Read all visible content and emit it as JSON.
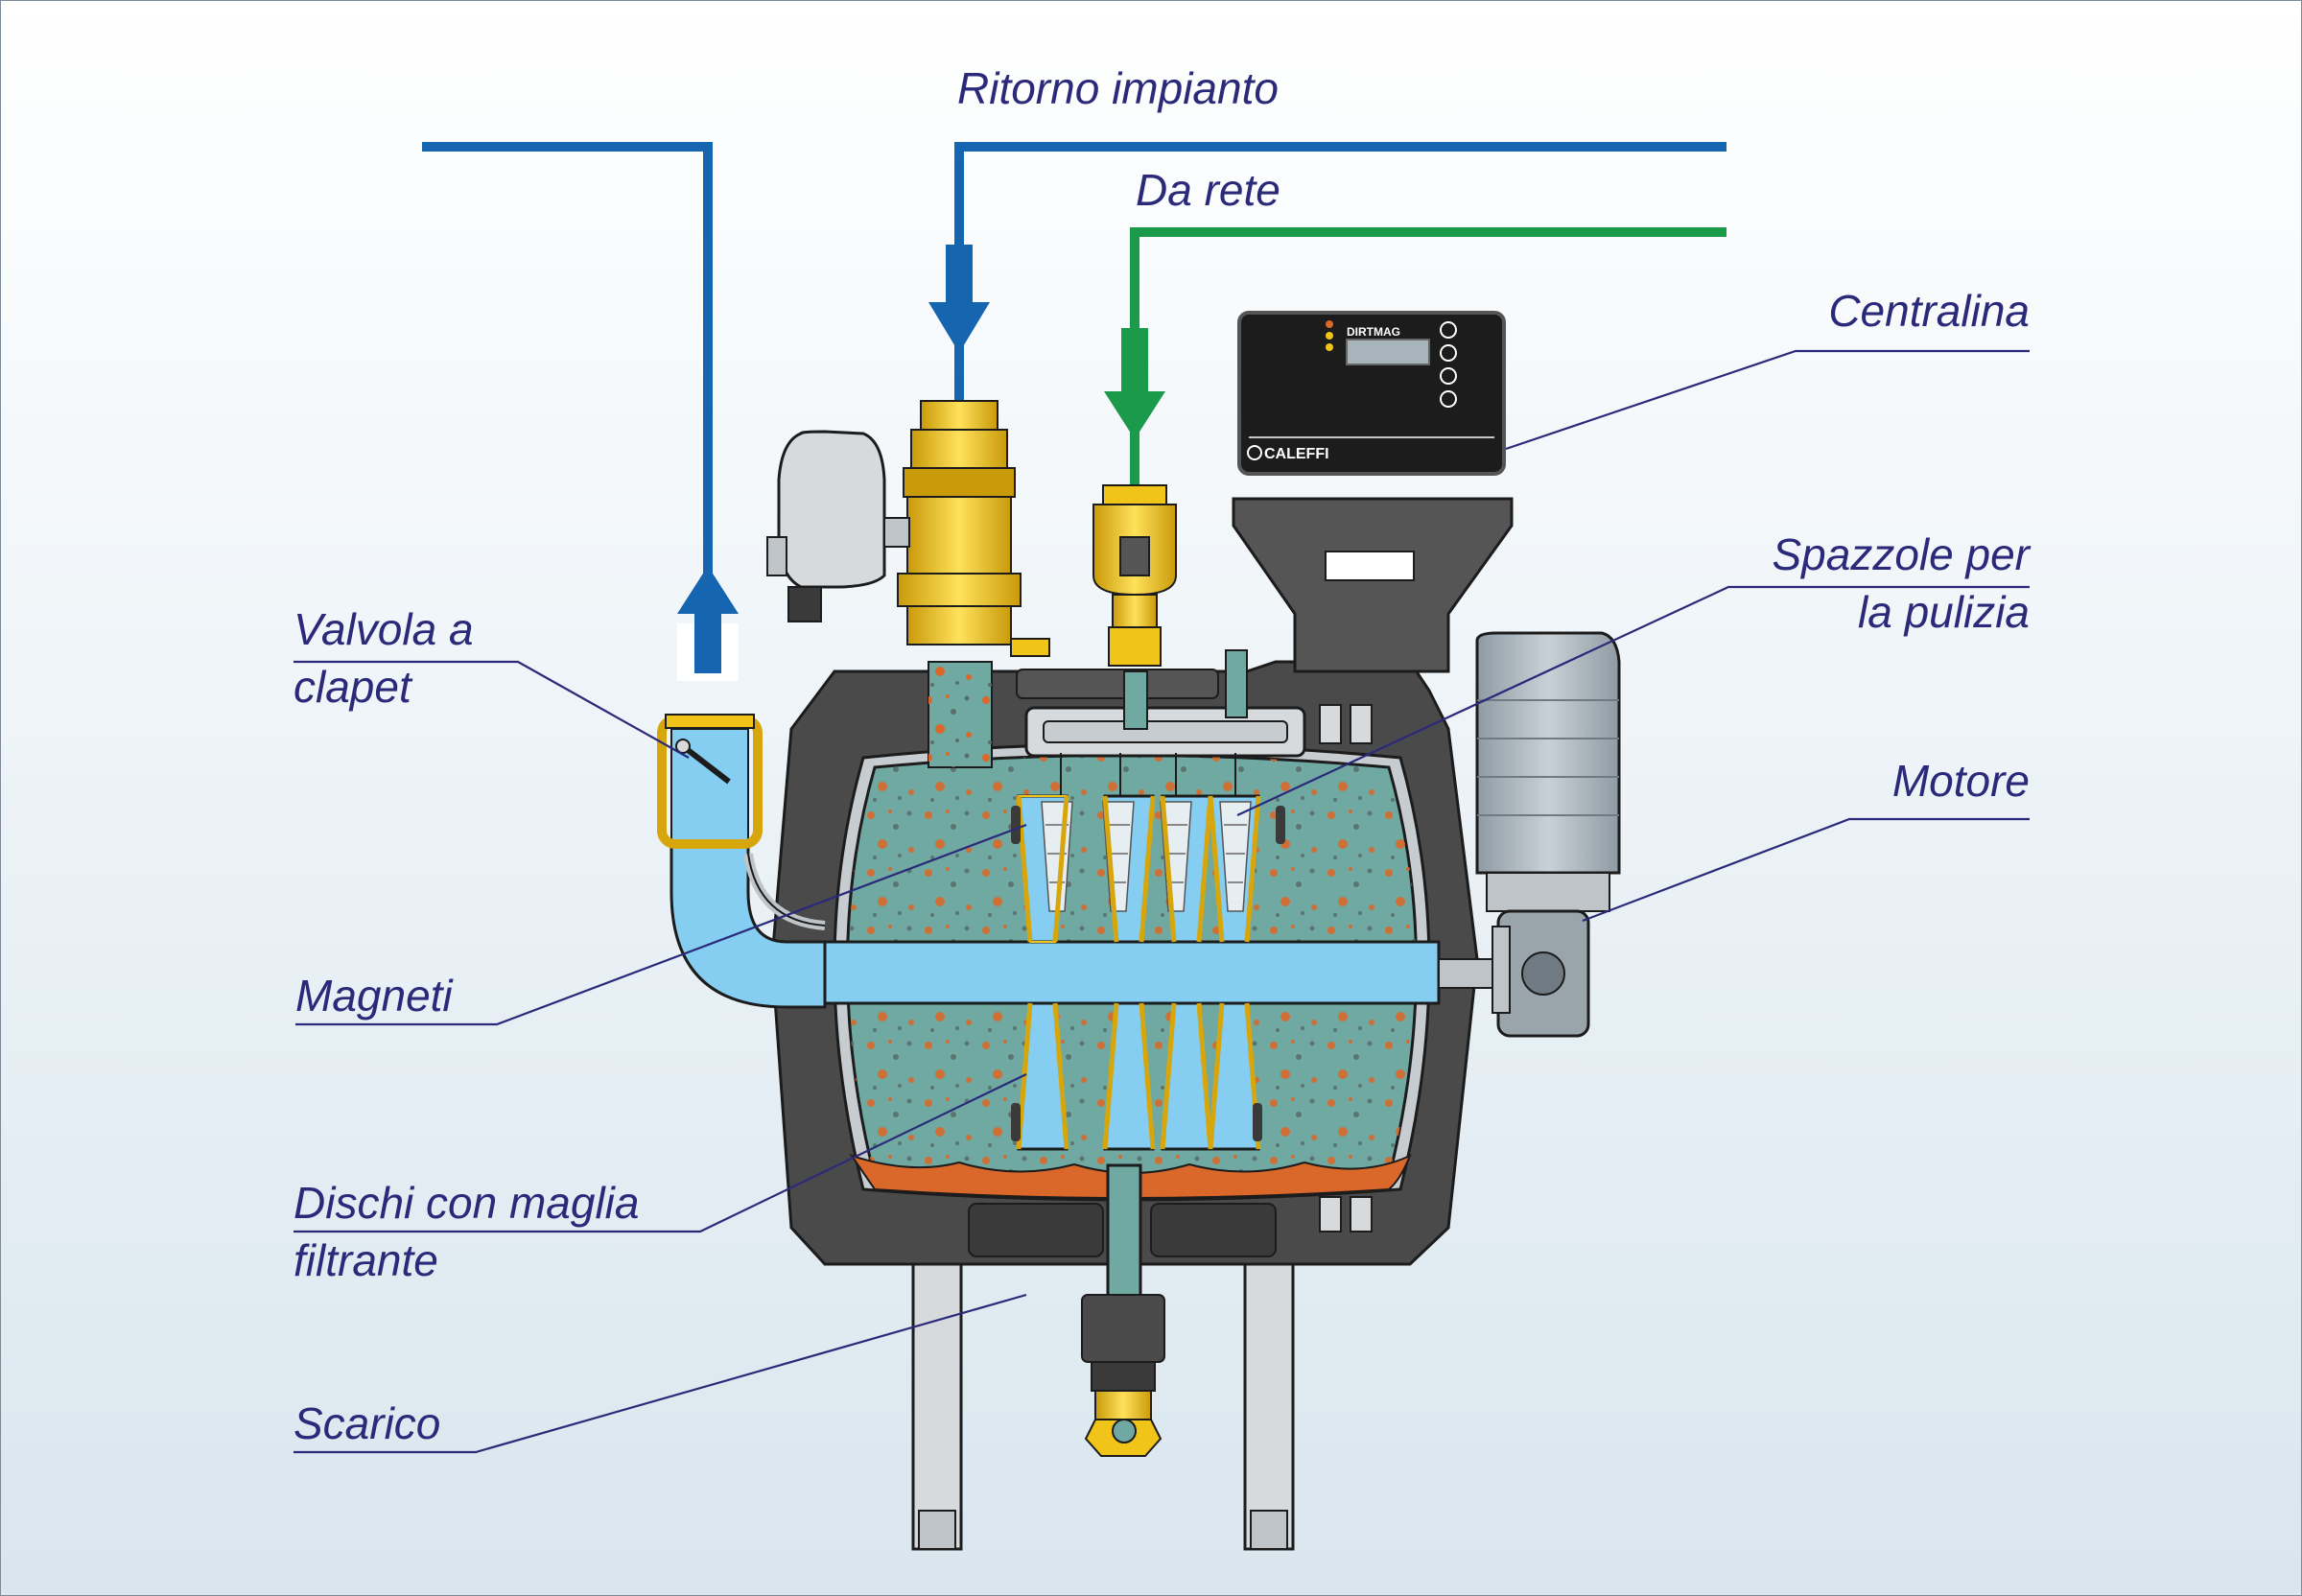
{
  "labels": {
    "ritorno": "Ritorno impianto",
    "da_rete": "Da rete",
    "centralina": "Centralina",
    "spazzole_1": "Spazzole per",
    "spazzole_2": "la pulizia",
    "valvola_1": "Valvola a",
    "valvola_2": "clapet",
    "motore": "Motore",
    "magneti": "Magneti",
    "dischi_1": "Dischi con maglia",
    "dischi_2": "filtrante",
    "scarico": "Scarico"
  },
  "control_panel": {
    "brand": "CALEFFI",
    "model": "DIRTMAG"
  },
  "colors": {
    "label_text": "#2b2a7a",
    "system_pipe": "#1565b0",
    "mains_pipe": "#1a9a4a",
    "water": "#86cdf2",
    "tank_fluid": "#6fa9a2",
    "debris": "#d9682a",
    "brass": "#f0c419",
    "housing": "#4a4a4a"
  }
}
